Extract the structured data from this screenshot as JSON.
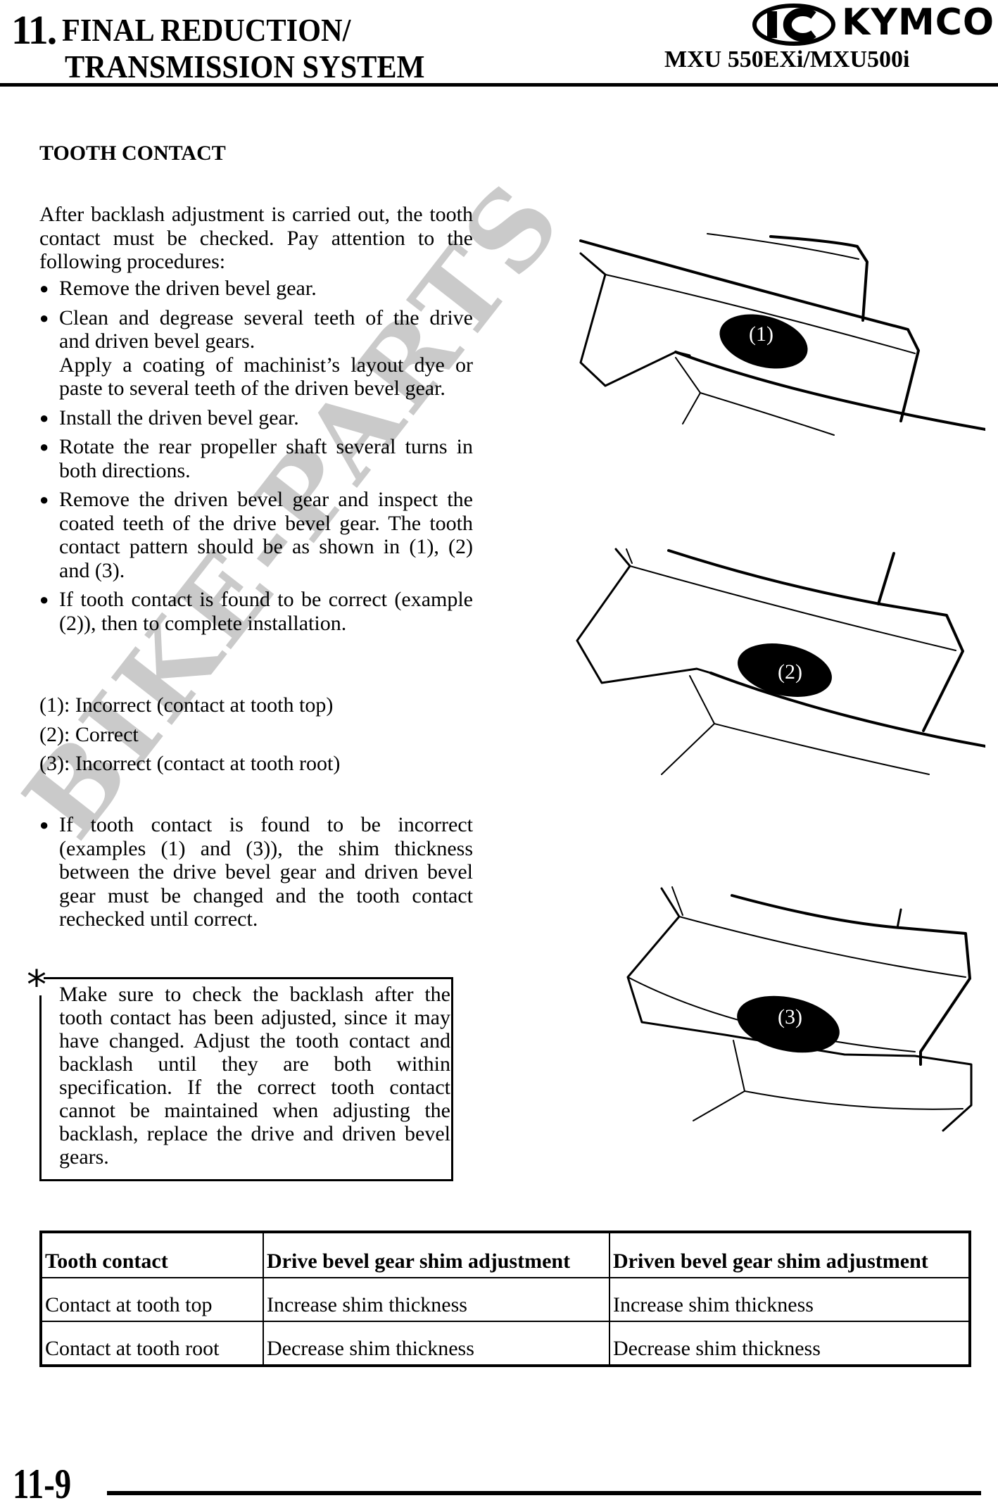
{
  "header": {
    "chapter_number": "11.",
    "title_line1": "FINAL REDUCTION/",
    "title_line2": "TRANSMISSION SYSTEM",
    "brand": "KYMCO",
    "model": "MXU 550EXi/MXU500i",
    "logo_icon": "kymco-logo-icon"
  },
  "section": {
    "title": "TOOTH CONTACT",
    "intro": "After backlash adjustment is carried out, the tooth contact must be checked. Pay attention to the following procedures:",
    "steps": [
      {
        "text": "Remove the driven bevel gear."
      },
      {
        "text": "Clean and degrease several teeth of the drive and driven bevel gears.",
        "sub": "Apply a coating of machinist’s layout dye or paste to several teeth of the driven bevel gear."
      },
      {
        "text": "Install the driven bevel gear."
      },
      {
        "text": "Rotate the rear propeller shaft several turns in both directions."
      },
      {
        "text": "Remove the driven bevel gear and inspect the coated teeth of the drive bevel gear. The tooth contact pattern should be as shown in (1), (2) and (3)."
      },
      {
        "text": "If tooth contact is found to be correct (example (2)), then to complete installation."
      }
    ],
    "legend": [
      "(1): Incorrect (contact at tooth top)",
      "(2): Correct",
      "(3): Incorrect (contact at tooth root)"
    ],
    "steps_after": [
      {
        "text": "If tooth contact is found to be incorrect (examples (1) and (3)), the shim thickness between the drive bevel gear and driven bevel gear must be changed and the tooth contact rechecked until correct."
      }
    ]
  },
  "note": {
    "marker": "*",
    "text": "Make sure to check the backlash after the tooth contact has been adjusted, since it may have changed. Adjust the tooth contact and backlash until they are both within specification. If the correct tooth contact cannot be maintained when adjusting the backlash, replace the drive and driven bevel gears."
  },
  "figures": [
    {
      "label": "(1)",
      "description": "contact at tooth top"
    },
    {
      "label": "(2)",
      "description": "correct contact"
    },
    {
      "label": "(3)",
      "description": "contact at tooth root"
    }
  ],
  "table": {
    "headers": [
      "Tooth contact",
      "Drive bevel gear shim adjustment",
      "Driven bevel gear shim adjustment"
    ],
    "rows": [
      [
        "Contact at tooth top",
        "Increase shim thickness",
        "Increase shim thickness"
      ],
      [
        "Contact at tooth root",
        "Decrease shim thickness",
        "Decrease shim thickness"
      ]
    ]
  },
  "watermark": "BIKE-PARTS",
  "footer": {
    "page_number": "11-9"
  },
  "colors": {
    "text": "#000000",
    "background": "#ffffff",
    "watermark": "#969696"
  }
}
